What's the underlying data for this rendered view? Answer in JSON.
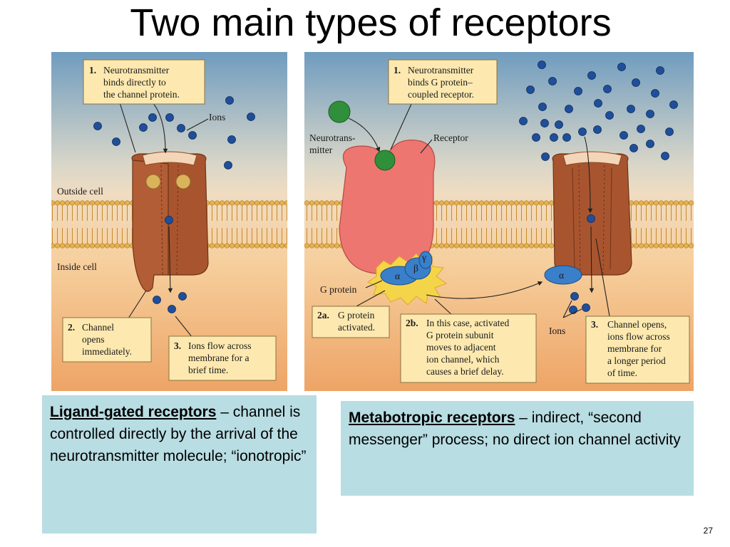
{
  "title": "Two main types of receptors",
  "left_panel": {
    "step1_num": "1.",
    "step1_lines": [
      "Neurotransmitter",
      "binds directly to",
      "the channel protein."
    ],
    "ions_label": "Ions",
    "outside_label": "Outside cell",
    "inside_label": "Inside cell",
    "step2_num": "2.",
    "step2_lines": [
      "Channel",
      "opens",
      "immediately."
    ],
    "step3_num": "3.",
    "step3_lines": [
      "Ions flow across",
      "membrane for a",
      "brief time."
    ]
  },
  "right_panel": {
    "step1_num": "1.",
    "step1_lines": [
      "Neurotransmitter",
      "binds G protein–",
      "coupled receptor."
    ],
    "neurotransmitter_lines": [
      "Neurotrans-",
      "mitter"
    ],
    "receptor_label": "Receptor",
    "gprotein_label": "G protein",
    "alpha": "α",
    "beta": "β",
    "gamma": "γ",
    "step2a_num": "2a.",
    "step2a_lines": [
      "G protein",
      "activated."
    ],
    "step2b_num": "2b.",
    "step2b_lines": [
      "In this case, activated",
      "G protein subunit",
      "moves to adjacent",
      "ion channel, which",
      "causes a brief delay."
    ],
    "ions_label": "Ions",
    "step3_num": "3.",
    "step3_lines": [
      "Channel opens,",
      "ions flow across",
      "membrane for",
      "a longer period",
      "of time."
    ]
  },
  "notes": {
    "ligand_term": "Ligand-gated receptors",
    "ligand_rest": " – channel is controlled directly by the arrival of the neurotransmitter molecule; “ionotropic”",
    "metabotropic_term": "Metabotropic receptors",
    "metabotropic_rest": " – indirect, “second messenger” process; no direct ion channel activity"
  },
  "slide_number": "27",
  "colors": {
    "sky_top": "#6f9cbf",
    "sky_bottom": "#ecdcc0",
    "cytoplasm": "#f2b27a",
    "channel": "#a5542e",
    "receptor": "#ee7670",
    "gprotein": "#3a7fc9",
    "ion": "#1f4f9a",
    "label_box": "#fde9b0",
    "note_bg": "#b8dde3"
  }
}
